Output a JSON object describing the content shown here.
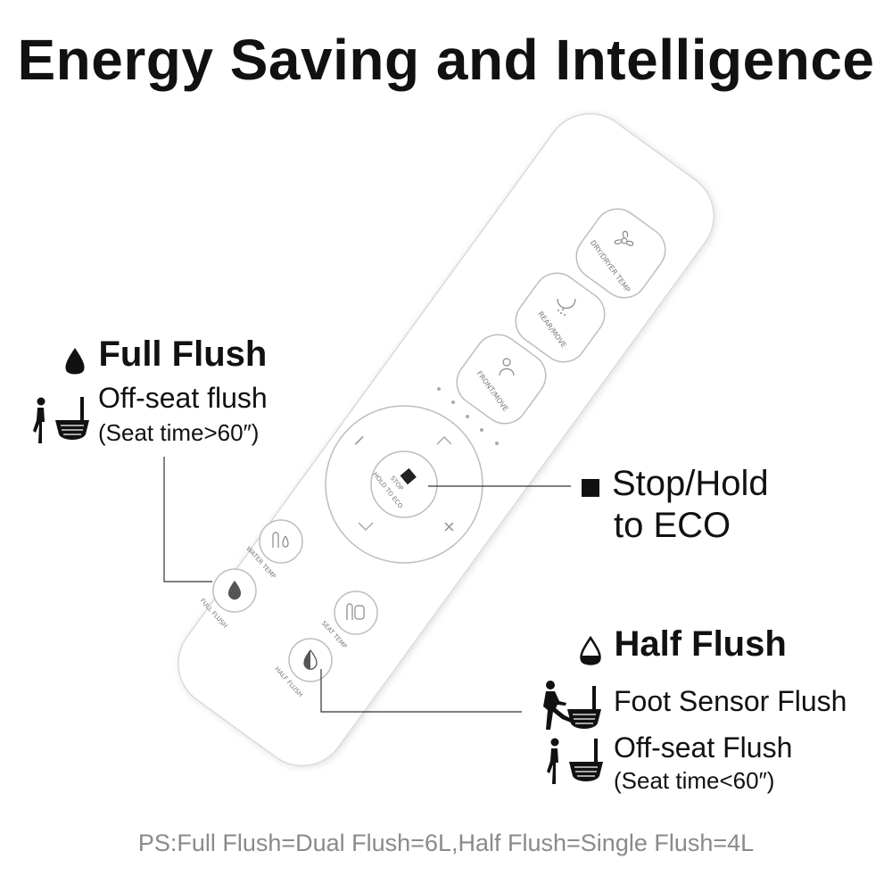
{
  "title": "Energy Saving and Intelligence",
  "remote": {
    "buttons": {
      "dry": "DRY/DRYER TEMP",
      "rear": "REAR/MOVE",
      "front": "FRONT/MOVE",
      "stop_line1": "STOP",
      "stop_line2": "HOLD TO ECO",
      "water_temp": "WATER TEMP",
      "full_flush": "FULL FLUSH",
      "seat_temp": "SEAT TEMP",
      "half_flush": "HALF FLUSH"
    },
    "dpad_symbols": {
      "minus": "−",
      "plus": "+"
    }
  },
  "full_flush": {
    "heading": "Full Flush",
    "icon": "water-drop-icon",
    "mode": "Off-seat flush",
    "condition": "(Seat time>60″)"
  },
  "stop_hold": {
    "line1": "Stop/Hold",
    "line2": "to ECO",
    "icon": "stop-square-icon"
  },
  "half_flush": {
    "heading": "Half Flush",
    "icon": "half-drop-icon",
    "mode1": "Foot Sensor Flush",
    "mode2": "Off-seat Flush",
    "condition": "(Seat time<60″)"
  },
  "ps_note": "PS:Full Flush=Dual Flush=6L,Half Flush=Single Flush=4L"
}
